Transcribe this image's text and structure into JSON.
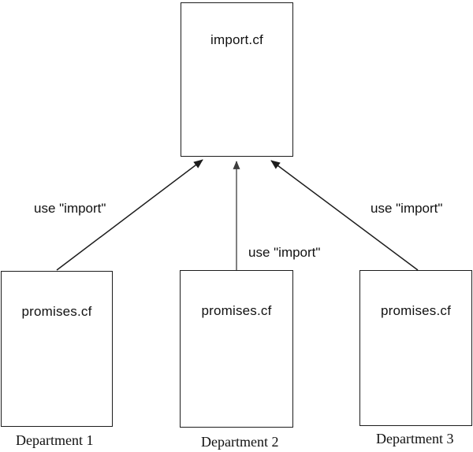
{
  "diagram": {
    "title": "cfengine import policy diagram",
    "colors": {
      "background": "#ffffff",
      "box_fill": "#ffffff",
      "box_border": "#1c1c1c",
      "text": "#111111",
      "edge_primary": "#1c1c1c",
      "edge_secondary": "#808080",
      "edge_secondary_head": "#3d3d3d"
    },
    "nodes": [
      {
        "id": "import",
        "label": "import.cf"
      },
      {
        "id": "promises1",
        "label": "promises.cf"
      },
      {
        "id": "promises2",
        "label": "promises.cf"
      },
      {
        "id": "promises3",
        "label": "promises.cf"
      }
    ],
    "edges": [
      {
        "from": "promises1",
        "to": "import",
        "label": "use \"import\""
      },
      {
        "from": "promises2",
        "to": "import",
        "label": "use \"import\""
      },
      {
        "from": "promises3",
        "to": "import",
        "label": "use \"import\""
      }
    ],
    "captions": [
      {
        "text": "Department 1"
      },
      {
        "text": "Department 2"
      },
      {
        "text": "Department 3"
      }
    ]
  }
}
